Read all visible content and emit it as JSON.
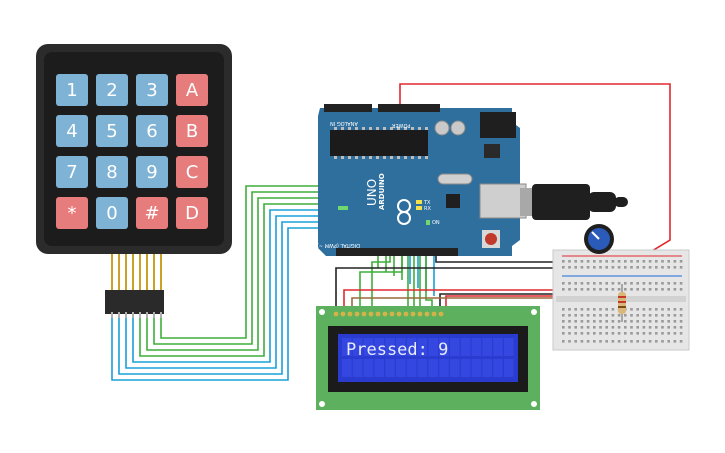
{
  "keypad": {
    "rows": [
      [
        {
          "label": "1",
          "color": "#7fb3d5"
        },
        {
          "label": "2",
          "color": "#7fb3d5"
        },
        {
          "label": "3",
          "color": "#7fb3d5"
        },
        {
          "label": "A",
          "color": "#e77c7c"
        }
      ],
      [
        {
          "label": "4",
          "color": "#7fb3d5"
        },
        {
          "label": "5",
          "color": "#7fb3d5"
        },
        {
          "label": "6",
          "color": "#7fb3d5"
        },
        {
          "label": "B",
          "color": "#e77c7c"
        }
      ],
      [
        {
          "label": "7",
          "color": "#7fb3d5"
        },
        {
          "label": "8",
          "color": "#7fb3d5"
        },
        {
          "label": "9",
          "color": "#7fb3d5"
        },
        {
          "label": "C",
          "color": "#e77c7c"
        }
      ],
      [
        {
          "label": "*",
          "color": "#e77c7c"
        },
        {
          "label": "0",
          "color": "#7fb3d5"
        },
        {
          "label": "#",
          "color": "#e77c7c"
        },
        {
          "label": "D",
          "color": "#e77c7c"
        }
      ]
    ]
  },
  "arduino": {
    "logo_text": "ARDUINO",
    "model_text": "UNO",
    "digital_label": "DIGITAL (PWM ~)",
    "analog_label": "ANALOG IN",
    "power_label": "POWER",
    "tx_label": "TX",
    "rx_label": "RX",
    "on_label": "ON"
  },
  "lcd": {
    "line1": "Pressed: 9",
    "line2": ""
  },
  "colors": {
    "wire_green": "#3fae3a",
    "wire_blue": "#1aa0d8",
    "wire_black": "#222222",
    "wire_red": "#e0282e",
    "wire_brown": "#9a6a3a",
    "board_blue": "#2e6f9e",
    "lcd_green": "#5db05d",
    "lcd_screen": "#2a3bd0"
  }
}
